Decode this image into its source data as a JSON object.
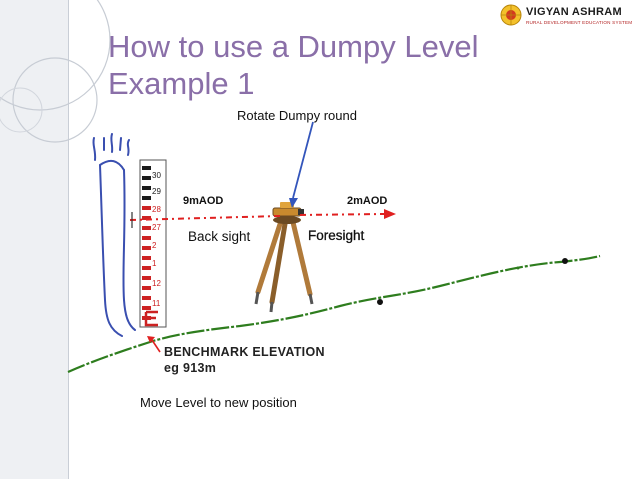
{
  "slide": {
    "title_line1": "How to use a Dumpy Level",
    "title_line2": "Example 1"
  },
  "logo": {
    "name": "VIGYAN ASHRAM",
    "tagline": "RURAL DEVELOPMENT EDUCATION SYSTEM"
  },
  "diagram": {
    "rotate_label": "Rotate Dumpy round",
    "left_reading": "9mAOD",
    "right_reading": "2mAOD",
    "back_sight_label": "Back sight",
    "foresight_label": "Foresight",
    "benchmark_line1": "BENCHMARK ELEVATION",
    "benchmark_line2": "eg 913m",
    "move_label": "Move Level to new position"
  },
  "staff_numbers": [
    "30",
    "29",
    "28",
    "27",
    "2",
    "1",
    "12",
    "11"
  ],
  "colors": {
    "title": "#8a6fa8",
    "sight_line": "#e02020",
    "arrow": "#3355bb",
    "ground": "#2e7d1e",
    "staff_red": "#cc2222",
    "tripod": "#b07a3a"
  }
}
